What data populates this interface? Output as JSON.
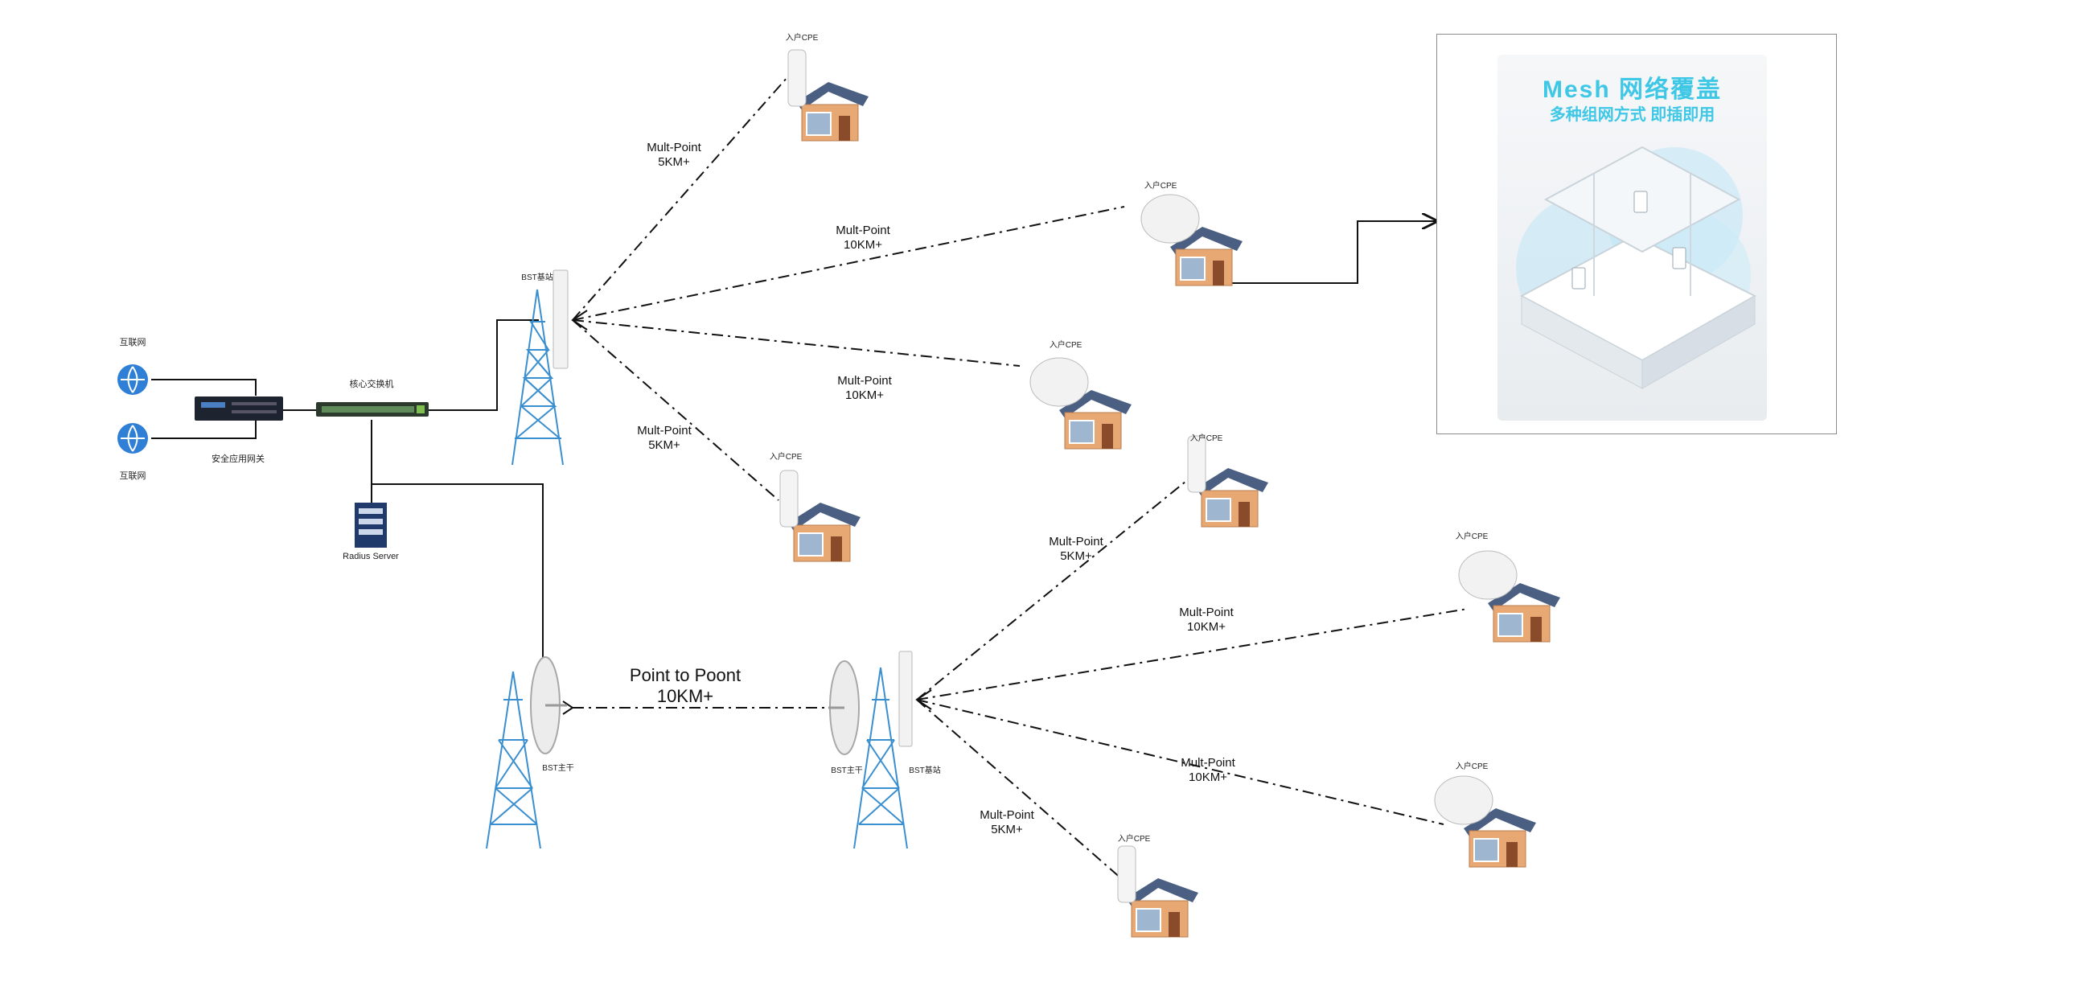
{
  "labels": {
    "internet_top": "互联网",
    "internet_bottom": "互联网",
    "security_gateway": "安全应用网关",
    "core_switch": "核心交换机",
    "radius_server": "Radius Server",
    "bst_station_top": "BST基站",
    "bst_trunk_left": "BST主干",
    "bst_trunk_right": "BST主干",
    "bst_station_bottom": "BST基站"
  },
  "cpe_labels": [
    "入户CPE",
    "入户CPE",
    "入户CPE",
    "入户CPE",
    "入户CPE",
    "入户CPE",
    "入户CPE",
    "入户CPE"
  ],
  "links": [
    {
      "l1": "Mult-Point",
      "l2": "5KM+"
    },
    {
      "l1": "Mult-Point",
      "l2": "10KM+"
    },
    {
      "l1": "Mult-Point",
      "l2": "10KM+"
    },
    {
      "l1": "Mult-Point",
      "l2": "5KM+"
    },
    {
      "l1": "Mult-Point",
      "l2": "5KM+"
    },
    {
      "l1": "Mult-Point",
      "l2": "10KM+"
    },
    {
      "l1": "Mult-Point",
      "l2": "10KM+"
    },
    {
      "l1": "Mult-Point",
      "l2": "5KM+"
    }
  ],
  "p2p": {
    "l1": "Point to Poont",
    "l2": "10KM+"
  },
  "mesh": {
    "title": "Mesh 网络覆盖",
    "subtitle": "多种组网方式 即插即用"
  },
  "colors": {
    "tower": "#3a8fd0",
    "link": "#111111",
    "internet": "#2f7fd6",
    "roof": "#4a5f82",
    "wall": "#e8a874",
    "accent": "#3fc7e6"
  }
}
